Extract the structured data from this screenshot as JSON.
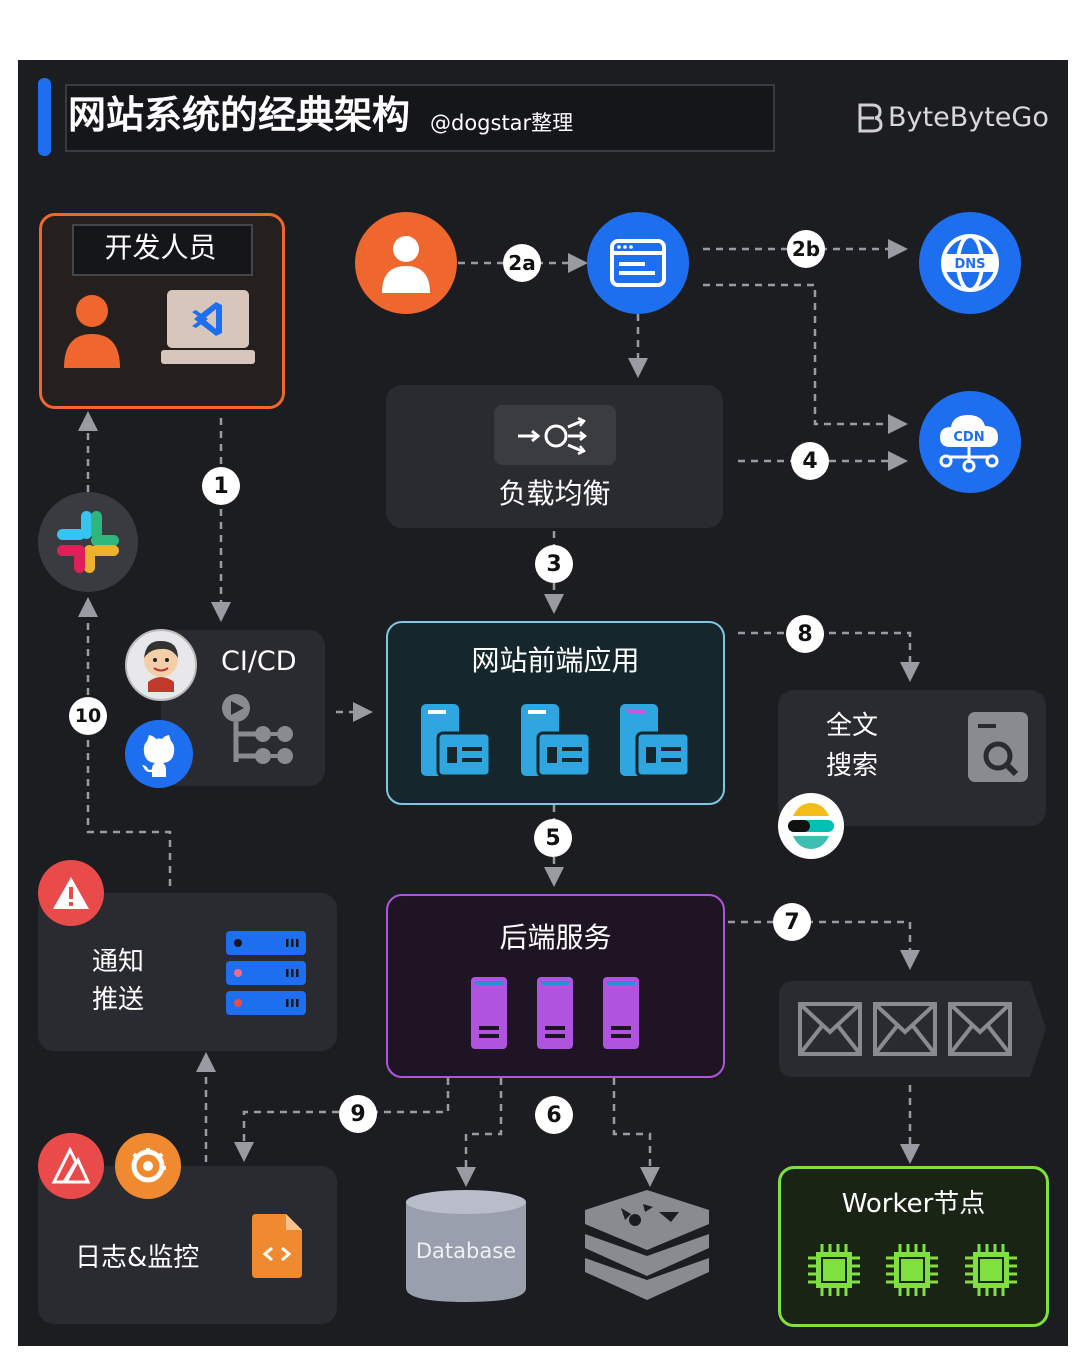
{
  "header": {
    "title": "网站系统的经典架构",
    "credit": "@dogstar整理",
    "brand": "ByteByteGo"
  },
  "nodes": {
    "developers": "开发人员",
    "load_balancer": "负载均衡",
    "cicd": "CI/CD",
    "frontend": "网站前端应用",
    "search_line1": "全文",
    "search_line2": "搜索",
    "notify_line1": "通知",
    "notify_line2": "推送",
    "backend": "后端服务",
    "logging": "日志&监控",
    "database": "Database",
    "worker": "Worker节点"
  },
  "icons": {
    "dns_label": "DNS",
    "cdn_label": "CDN"
  },
  "steps": [
    "1",
    "2a",
    "2b",
    "3",
    "4",
    "5",
    "6",
    "7",
    "8",
    "9",
    "10"
  ],
  "colors": {
    "accent_blue": "#1e6ff0",
    "orange": "#f0662f",
    "frontend_border": "#7ec6e4",
    "backend_border": "#b054e0",
    "worker_border": "#80e040",
    "background": "#1c1d21"
  }
}
